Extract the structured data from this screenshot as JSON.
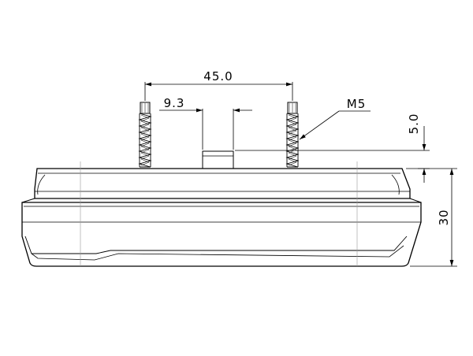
{
  "drawing": {
    "dims": {
      "stud_spacing": "45.0",
      "nipple_offset": "9.3",
      "thread": "M5",
      "stud_protrusion": "5.0",
      "body_height": "30"
    },
    "colors": {
      "outline": "#000000",
      "dimension_line": "#000000",
      "center_line": "#888888"
    }
  }
}
